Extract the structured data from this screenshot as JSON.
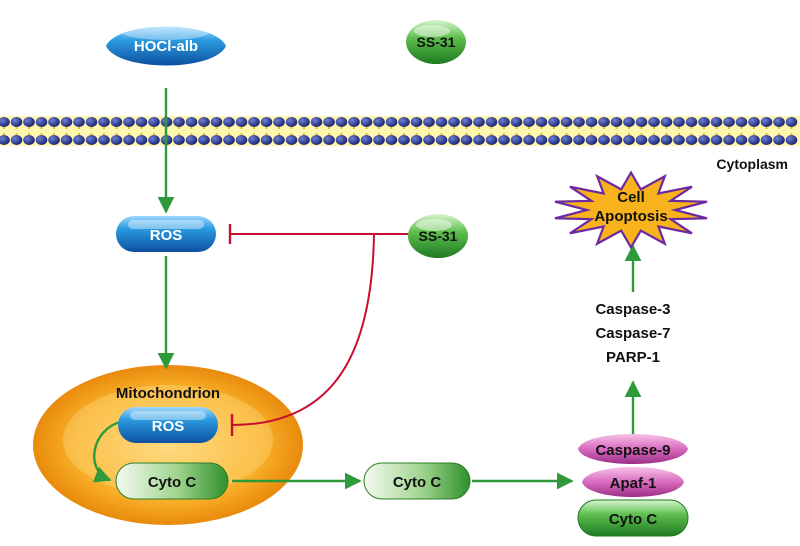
{
  "nodes": {
    "hocl_alb": "HOCl-alb",
    "ss31_top": "SS-31",
    "ss31_mid": "SS-31",
    "ros_cyto": "ROS",
    "ros_mito": "ROS",
    "mitochondrion": "Mitochondrion",
    "cytoc_mito": "Cyto C",
    "cytoc_cyto": "Cyto C",
    "cytoc_complex": "Cyto C",
    "apaf1": "Apaf-1",
    "caspase9": "Caspase-9"
  },
  "labels": {
    "cytoplasm": "Cytoplasm",
    "effectors": [
      "Caspase-3",
      "Caspase-7",
      "PARP-1"
    ],
    "apoptosis": [
      "Cell",
      "Apoptosis"
    ]
  },
  "colors": {
    "activation_arrow": "#2e9a3a",
    "inhibition_line": "#c8102e",
    "blue_node": "#1a8fd6",
    "green_node": "#3aa33a",
    "pink_node": "#d86bbf",
    "mitochondrion": "#f5a21a",
    "membrane_head": "#1e2a78",
    "membrane_core": "#f2e04a",
    "burst_fill": "#f7b21c",
    "burst_stroke": "#6b2aa0"
  }
}
